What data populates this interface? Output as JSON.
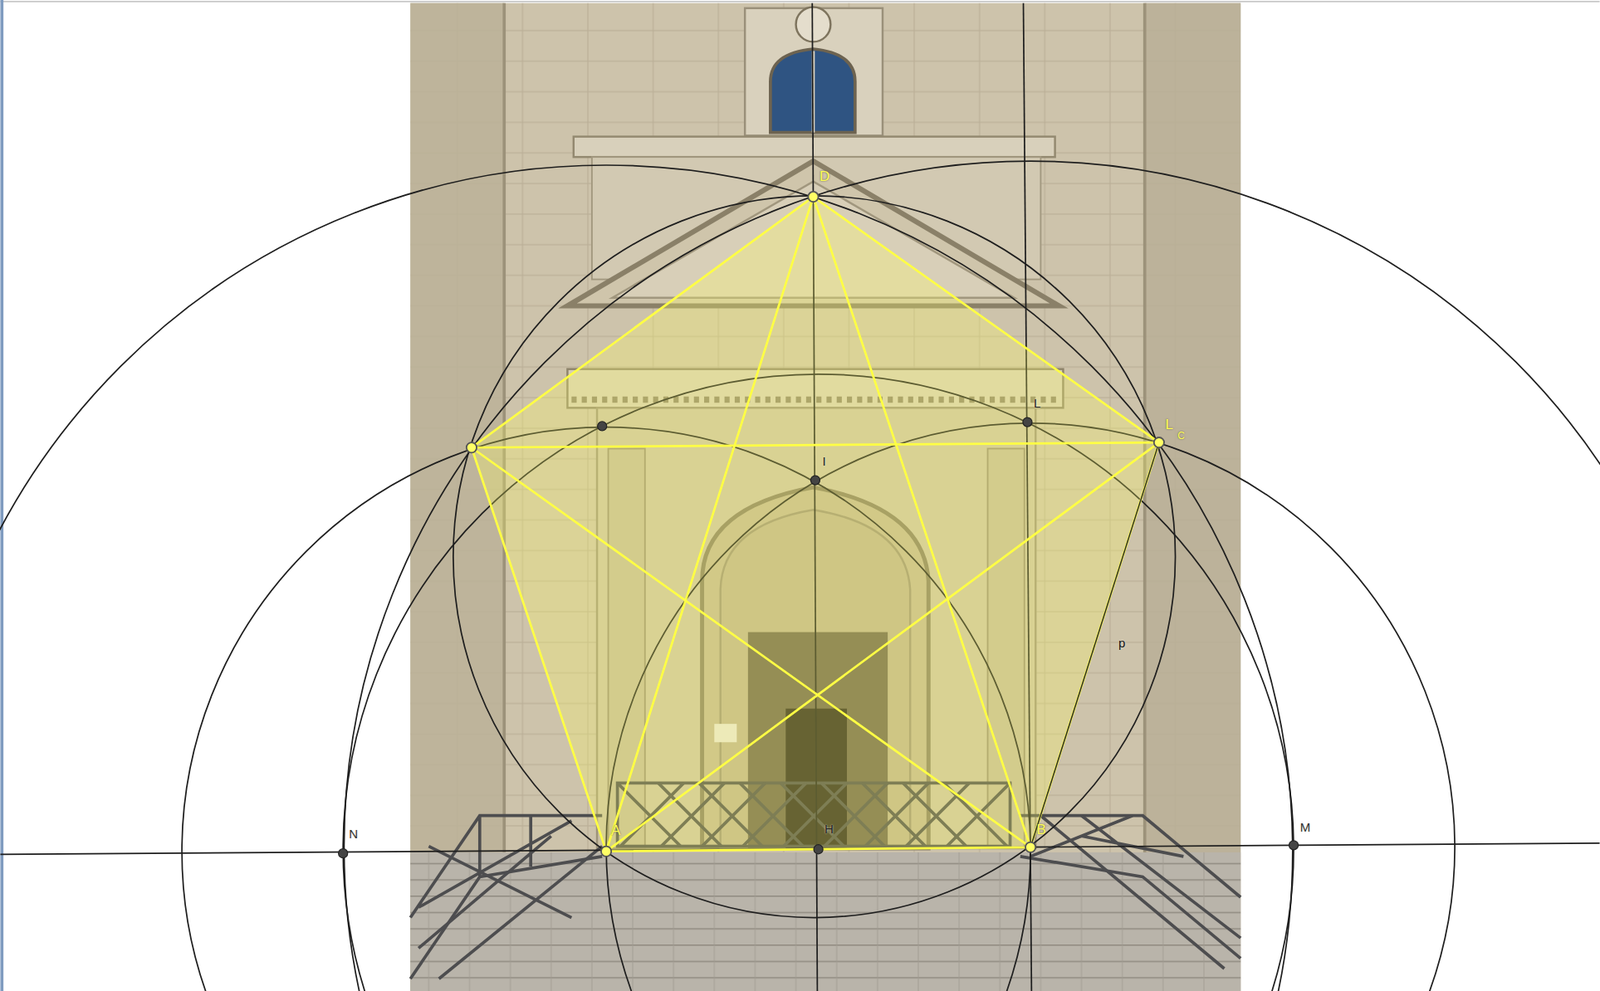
{
  "diagram": {
    "labels": [
      "D",
      "L",
      "L",
      "C",
      "I",
      "A",
      "H",
      "B",
      "N",
      "M",
      "p"
    ]
  }
}
